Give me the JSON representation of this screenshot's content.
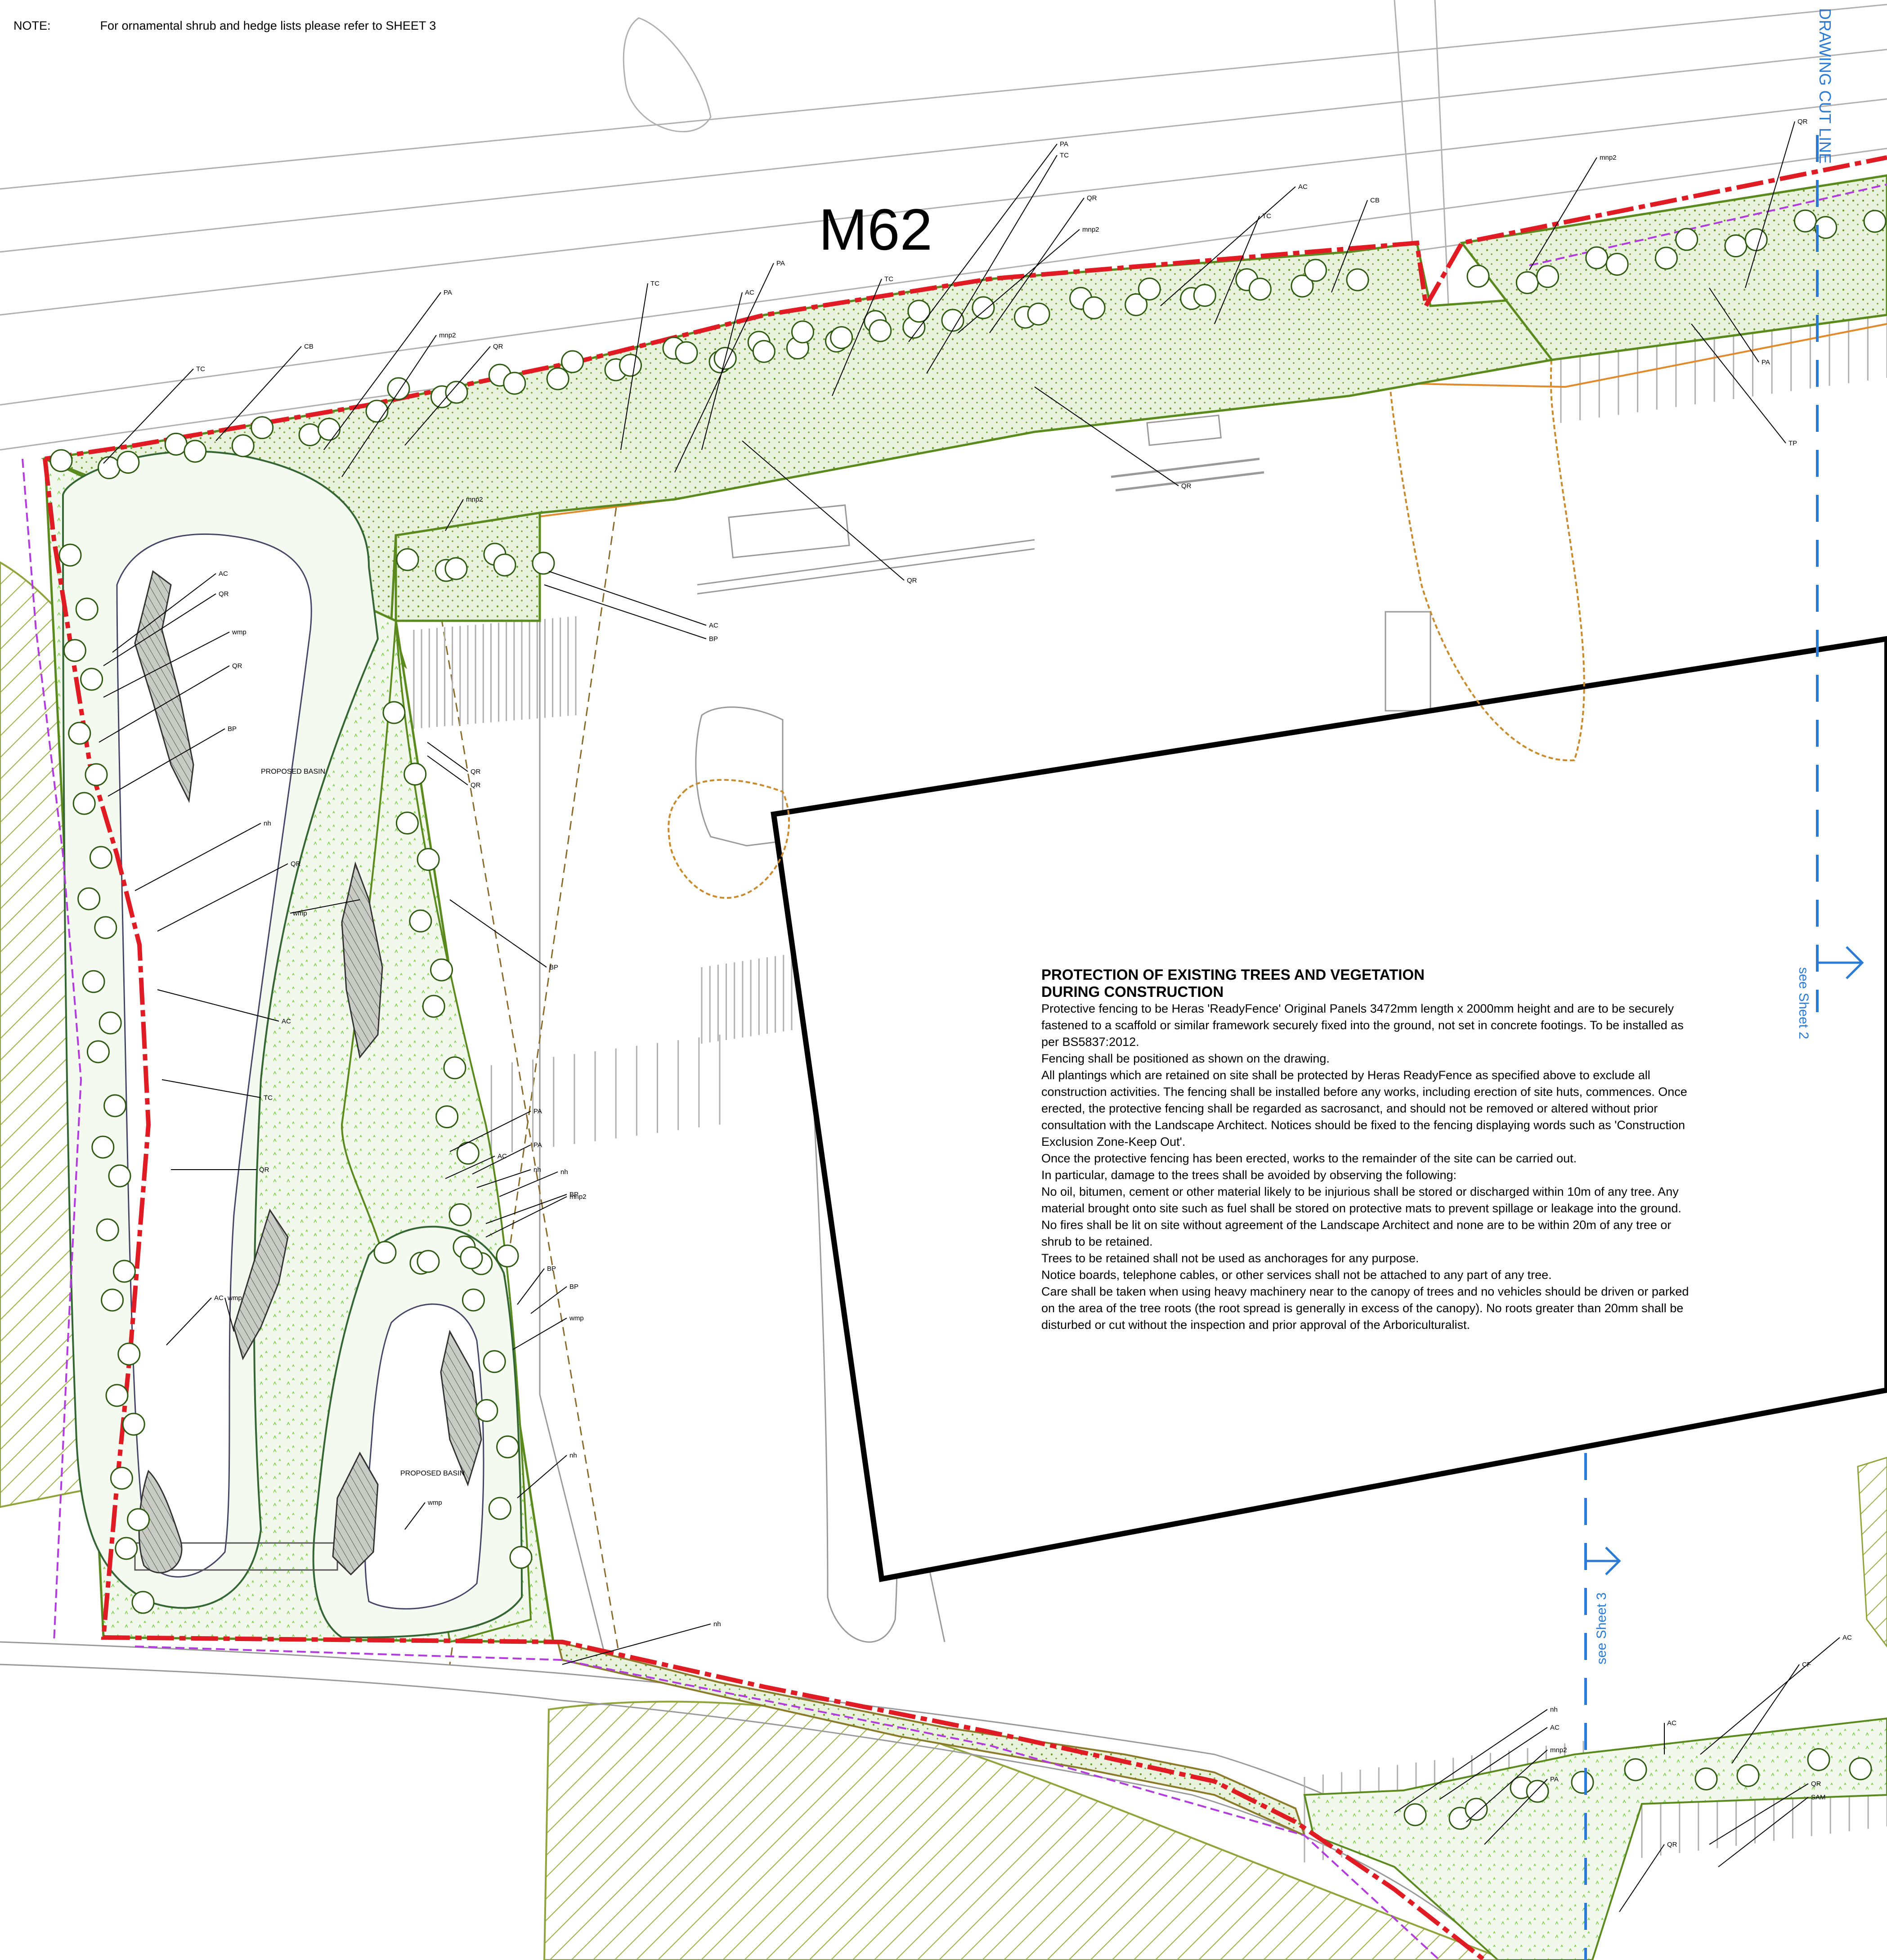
{
  "top_note": {
    "label": "NOTE:",
    "text": "For ornamental shrub and hedge lists please refer to SHEET 3"
  },
  "road_label": "M62",
  "drawing_cut_line": "DRAWING CUT LINE",
  "see_sheet_2": "see Sheet 2",
  "see_sheet_3": "see Sheet 3",
  "basin_labels": [
    "PROPOSED BASIN",
    "PROPOSED BASIN"
  ],
  "protection_notes": {
    "title_line1": "PROTECTION OF EXISTING TREES AND VEGETATION",
    "title_line2": "DURING CONSTRUCTION",
    "paragraphs": [
      "Protective fencing to be Heras 'ReadyFence' Original Panels 3472mm length x 2000mm height and are to be securely fastened to a scaffold or similar framework securely fixed into the ground, not set in concrete footings. To be installed as per BS5837:2012.",
      "Fencing shall be positioned as shown on the drawing.",
      "All plantings which are retained on site shall be protected by Heras ReadyFence as specified above to exclude all construction activities. The fencing shall be installed before any works, including erection of site huts, commences. Once erected, the protective fencing shall be regarded as sacrosanct, and should not be removed or altered without prior consultation with the Landscape Architect. Notices should be fixed to the fencing displaying words such as 'Construction Exclusion Zone-Keep Out'.",
      "Once the protective fencing has been erected, works to the remainder of the site can be carried out.",
      "In particular, damage to the trees shall be avoided by observing the following:",
      "No oil, bitumen, cement or other material likely to be injurious shall be stored or discharged within 10m of any tree. Any material brought onto site such as fuel shall be stored on protective mats to prevent spillage or leakage into the ground.",
      "No fires shall be lit on site without agreement of the Landscape Architect and none are to be within 20m of any tree or shrub to be retained.",
      "Trees to be retained shall not be used as anchorages for any purpose.",
      "Notice boards, telephone cables, or other services shall not be attached to any part of any tree.",
      "Care shall be taken when using heavy machinery near to the canopy of trees and no vehicles should be driven or parked on the area of the tree roots (the root spread is generally in excess of the canopy). No roots greater than 20mm shall be disturbed or cut without the inspection and prior approval of the Arboriculturalist."
    ]
  },
  "plant_labels": [
    "TC",
    "CB",
    "PA",
    "mnp2",
    "QR",
    "TC",
    "PA",
    "AC",
    "TC",
    "PA",
    "TC",
    "QR",
    "mnp2",
    "AC",
    "TC",
    "CB",
    "QR",
    "mnp2",
    "QR",
    "TP",
    "PA",
    "QR",
    "AC",
    "BP",
    "mnp2",
    "AC",
    "QR",
    "wmp",
    "QR",
    "BP",
    "nh",
    "QR",
    "AC",
    "TC",
    "QR",
    "BP",
    "wmp",
    "QR",
    "QR",
    "AC",
    "PA",
    "AC",
    "BP",
    "nh",
    "PA",
    "nh",
    "mnp2",
    "BP",
    "wmp",
    "nh",
    "BP",
    "wmp",
    "wmp",
    "nh",
    "nh",
    "AC",
    "mnp2",
    "PA",
    "AC",
    "CF",
    "AC",
    "QR",
    "SAM",
    "QR"
  ],
  "colors": {
    "boundary_red": "#e01b24",
    "planting_green": "#5a8a1e",
    "hatch_green": "#9ab04a",
    "orange_line": "#e08a2c",
    "purple_dash": "#b23adf",
    "blue_cut": "#2b7bd6",
    "grey_line": "#a0a0a0"
  }
}
